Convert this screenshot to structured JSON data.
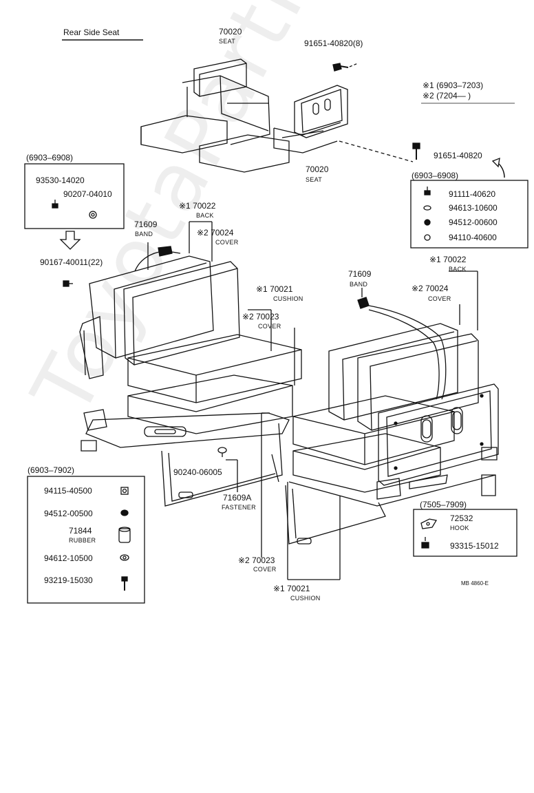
{
  "title": "Rear Side Seat",
  "legend": {
    "line1": "※1 (6903–7203)",
    "line2": "※2 (7204—      )"
  },
  "top_seat": {
    "part": "70020",
    "sub": "SEAT"
  },
  "top_bolt": "91651-40820(8)",
  "bottom_seat": {
    "part": "70020",
    "sub": "SEAT"
  },
  "bolt_right": "91651-40820",
  "box_left_top": {
    "range": "(6903–6908)",
    "p1": "93530-14020",
    "p2": "90207-04010"
  },
  "bolt_left": "90167-40011(22)",
  "box_right_top": {
    "range": "(6903–6908)",
    "p1": "91111-40620",
    "p2": "94613-10600",
    "p3": "94512-00600",
    "p4": "94110-40600"
  },
  "left_assembly": {
    "band": {
      "part": "71609",
      "sub": "BAND"
    },
    "back": {
      "part": "※1 70022",
      "sub": "BACK"
    },
    "cover_back": {
      "part": "※2  70024",
      "sub": "COVER"
    },
    "cushion": {
      "part": "※1 70021",
      "sub": "CUSHION"
    },
    "cover_cushion": {
      "part": "※2 70023",
      "sub": "COVER"
    },
    "clip": "90240-06005",
    "fastener": {
      "part": "71609A",
      "sub": "FASTENER"
    }
  },
  "right_assembly": {
    "band": {
      "part": "71609",
      "sub": "BAND"
    },
    "back": {
      "part": "※1  70022",
      "sub": "BACK"
    },
    "cover_back": {
      "part": "※2  70024",
      "sub": "COVER"
    },
    "cover_cushion": {
      "part": "※2 70023",
      "sub": "COVER"
    },
    "cushion": {
      "part": "※1 70021",
      "sub": "CUSHION"
    }
  },
  "box_bottom_left": {
    "range": "(6903–7902)",
    "p1": "94115-40500",
    "p2": "94512-00500",
    "p3": "71844",
    "p3_sub": "RUBBER",
    "p4": "94612-10500",
    "p5": "93219-15030"
  },
  "box_bottom_right": {
    "range": "(7505–7909)",
    "p1": "72532",
    "p1_sub": "HOOK",
    "p2": "93315-15012"
  },
  "figure_code": "MB 4860-E",
  "watermark": "ToyotaPartMine.ru"
}
